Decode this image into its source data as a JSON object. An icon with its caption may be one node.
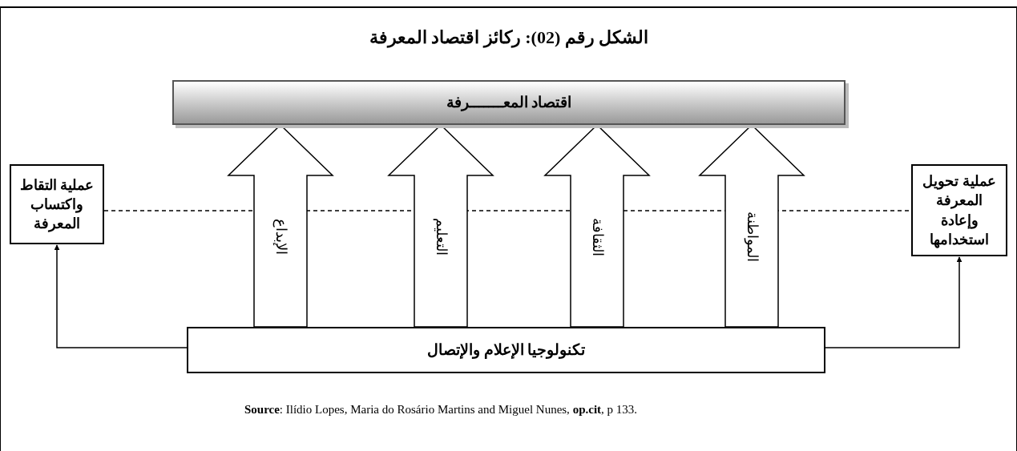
{
  "diagram": {
    "title": "الشكل رقم (02): ركائز اقتصاد المعرفة",
    "nodes": [
      {
        "text": [
          "اقتصاد المعـــــــرفة"
        ]
      },
      {
        "text": [
          "عملية التقاط واكتساب المعرفة"
        ]
      },
      {
        "text": [
          "عملية تحويل المعرفة وإعادة استخدامها"
        ]
      },
      {
        "text": [
          "تكنولوجيا الإعلام والإتصال"
        ]
      }
    ],
    "edges": [
      {
        "from": 3,
        "to": 1,
        "arrow": "to"
      },
      {
        "from": 3,
        "to": 2,
        "arrow": "to"
      },
      {
        "from": 1,
        "to": 2,
        "arrow": "none",
        "style": "dashed"
      },
      {
        "from": 3,
        "to": 0,
        "arrow": "to",
        "style": "thick",
        "label": "الإبداع"
      },
      {
        "from": 3,
        "to": 0,
        "arrow": "to",
        "style": "thick",
        "label": "التعليم"
      },
      {
        "from": 3,
        "to": 0,
        "arrow": "to",
        "style": "thick",
        "label": "الثقافة"
      },
      {
        "from": 3,
        "to": 0,
        "arrow": "to",
        "style": "thick",
        "label": "المواطنة"
      }
    ],
    "caption": "**Source**: Ilídio Lopes, Maria do Rosário Martins and Miguel Nunes, **op.cit**, p 133."
  }
}
